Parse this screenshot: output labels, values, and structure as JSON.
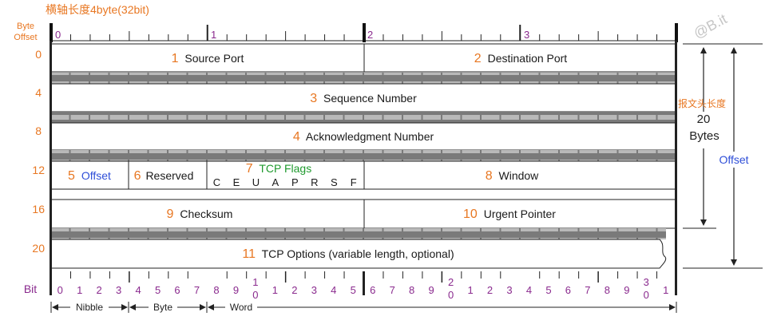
{
  "title": "横轴长度4byte(32bit)",
  "watermark": "@B.it",
  "byte_offset_label": [
    "Byte",
    "Offset"
  ],
  "byte_numbers": [
    "0",
    "1",
    "2",
    "3"
  ],
  "row_offsets": [
    "0",
    "4",
    "8",
    "12",
    "16",
    "20"
  ],
  "fields": {
    "source_port": {
      "num": "1",
      "label": "Source Port"
    },
    "destination_port": {
      "num": "2",
      "label": "Destination Port"
    },
    "sequence_number": {
      "num": "3",
      "label": "Sequence Number"
    },
    "ack_number": {
      "num": "4",
      "label": "Acknowledgment Number"
    },
    "offset": {
      "num": "5",
      "label": "Offset"
    },
    "reserved": {
      "num": "6",
      "label": "Reserved"
    },
    "tcp_flags": {
      "num": "7",
      "label": "TCP Flags",
      "flags": [
        "C",
        "E",
        "U",
        "A",
        "P",
        "R",
        "S",
        "F"
      ]
    },
    "window": {
      "num": "8",
      "label": "Window"
    },
    "checksum": {
      "num": "9",
      "label": "Checksum"
    },
    "urgent_pointer": {
      "num": "10",
      "label": "Urgent Pointer"
    },
    "tcp_options": {
      "num": "11",
      "label": "TCP Options (variable length, optional)"
    }
  },
  "header_size": {
    "label": "报文头长度",
    "value": "20",
    "unit": "Bytes"
  },
  "offset_side_label": "Offset",
  "bit_label": "Bit",
  "bit_numbers": [
    [
      "0"
    ],
    [
      "1"
    ],
    [
      "2"
    ],
    [
      "3"
    ],
    [
      "4"
    ],
    [
      "5"
    ],
    [
      "6"
    ],
    [
      "7"
    ],
    [
      "8"
    ],
    [
      "9"
    ],
    [
      "1",
      "0"
    ],
    [
      "1"
    ],
    [
      "2"
    ],
    [
      "3"
    ],
    [
      "4"
    ],
    [
      "5"
    ],
    [
      "6"
    ],
    [
      "7"
    ],
    [
      "8"
    ],
    [
      "9"
    ],
    [
      "2",
      "0"
    ],
    [
      "1"
    ],
    [
      "2"
    ],
    [
      "3"
    ],
    [
      "4"
    ],
    [
      "5"
    ],
    [
      "6"
    ],
    [
      "7"
    ],
    [
      "8"
    ],
    [
      "9"
    ],
    [
      "3",
      "0"
    ],
    [
      "1"
    ]
  ],
  "scale_labels": {
    "nibble": "Nibble",
    "byte": "Byte",
    "word": "Word"
  },
  "colors": {
    "field_number": "#e87722",
    "offset_blue": "#2f4fd8",
    "flags_green": "#1f9a2e",
    "bit_purple": "#8a2a8e"
  }
}
